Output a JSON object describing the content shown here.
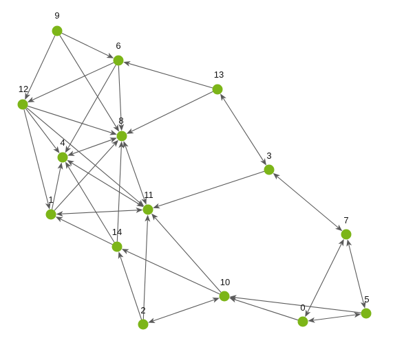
{
  "graph": {
    "node_color": "#7cb518",
    "edge_color": "#5a5a5a",
    "label_color": "#111111",
    "nodes": [
      {
        "id": "0",
        "label": "0"
      },
      {
        "id": "1",
        "label": "1"
      },
      {
        "id": "2",
        "label": "2"
      },
      {
        "id": "3",
        "label": "3"
      },
      {
        "id": "4",
        "label": "4"
      },
      {
        "id": "5",
        "label": "5"
      },
      {
        "id": "6",
        "label": "6"
      },
      {
        "id": "7",
        "label": "7"
      },
      {
        "id": "8",
        "label": "8"
      },
      {
        "id": "9",
        "label": "9"
      },
      {
        "id": "10",
        "label": "10"
      },
      {
        "id": "11",
        "label": "11"
      },
      {
        "id": "12",
        "label": "12"
      },
      {
        "id": "13",
        "label": "13"
      },
      {
        "id": "14",
        "label": "14"
      }
    ],
    "edges": [
      {
        "from": "9",
        "to": "6",
        "direction": "forward"
      },
      {
        "from": "9",
        "to": "12",
        "direction": "forward"
      },
      {
        "from": "9",
        "to": "8",
        "direction": "forward"
      },
      {
        "from": "6",
        "to": "12",
        "direction": "forward"
      },
      {
        "from": "6",
        "to": "4",
        "direction": "forward"
      },
      {
        "from": "6",
        "to": "8",
        "direction": "forward"
      },
      {
        "from": "13",
        "to": "6",
        "direction": "forward"
      },
      {
        "from": "13",
        "to": "8",
        "direction": "forward"
      },
      {
        "from": "13",
        "to": "3",
        "direction": "both"
      },
      {
        "from": "12",
        "to": "8",
        "direction": "forward"
      },
      {
        "from": "12",
        "to": "4",
        "direction": "forward"
      },
      {
        "from": "12",
        "to": "1",
        "direction": "forward"
      },
      {
        "from": "12",
        "to": "11",
        "direction": "forward"
      },
      {
        "from": "8",
        "to": "4",
        "direction": "both"
      },
      {
        "from": "8",
        "to": "11",
        "direction": "both"
      },
      {
        "from": "1",
        "to": "8",
        "direction": "forward"
      },
      {
        "from": "1",
        "to": "4",
        "direction": "forward"
      },
      {
        "from": "4",
        "to": "11",
        "direction": "both"
      },
      {
        "from": "1",
        "to": "11",
        "direction": "both"
      },
      {
        "from": "3",
        "to": "11",
        "direction": "forward"
      },
      {
        "from": "3",
        "to": "7",
        "direction": "both"
      },
      {
        "from": "14",
        "to": "4",
        "direction": "forward"
      },
      {
        "from": "14",
        "to": "1",
        "direction": "forward"
      },
      {
        "from": "14",
        "to": "8",
        "direction": "forward"
      },
      {
        "from": "2",
        "to": "14",
        "direction": "forward"
      },
      {
        "from": "2",
        "to": "11",
        "direction": "forward"
      },
      {
        "from": "2",
        "to": "10",
        "direction": "both"
      },
      {
        "from": "10",
        "to": "14",
        "direction": "forward"
      },
      {
        "from": "10",
        "to": "11",
        "direction": "forward"
      },
      {
        "from": "0",
        "to": "10",
        "direction": "forward"
      },
      {
        "from": "0",
        "to": "7",
        "direction": "both"
      },
      {
        "from": "0",
        "to": "5",
        "direction": "both"
      },
      {
        "from": "5",
        "to": "7",
        "direction": "both"
      },
      {
        "from": "5",
        "to": "10",
        "direction": "forward"
      }
    ]
  }
}
